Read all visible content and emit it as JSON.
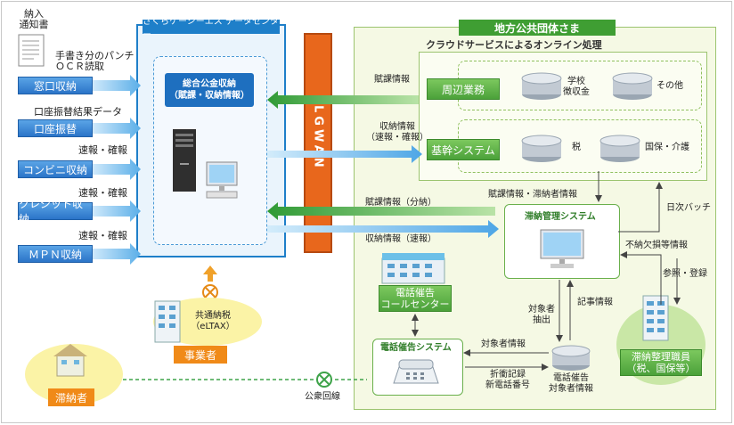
{
  "left": {
    "notice_doc": "納入\n通知書",
    "ocr_note": "手書き分のパンチ\nＯＣＲ読取",
    "account_note": "口座振替結果データ",
    "buttons": [
      "窓口収納",
      "口座振替",
      "コンビニ収納",
      "クレジット収納",
      "ＭＰＮ収納"
    ],
    "speed_labels": [
      "速報・確報",
      "速報・確報",
      "速報・確報"
    ]
  },
  "datacenter": {
    "title": "さくらケーシーエス データセンター",
    "system_box": "総合公金収納\n（賦課・収納情報）"
  },
  "lgwan": "LGWAN",
  "gov": {
    "title": "地方公共団体さま",
    "cloud_title": "クラウドサービスによるオンライン処理",
    "peripheral": "周辺業務",
    "school": "学校\n徴収金",
    "other": "その他",
    "core": "基幹システム",
    "tax": "税",
    "insurance": "国保・介護",
    "delinquency_sys": "滞納管理システム",
    "call_center": "電話催告\nコールセンター",
    "phone_sys": "電話催告システム",
    "target_db": "電話催告\n対象者情報",
    "staff": "滞納整理職員\n（税、国保等）"
  },
  "flows": {
    "levy_info": "賦課情報",
    "payment_info": "収納情報\n（速報・確報）",
    "levy_installment": "賦課情報（分納）",
    "payment_speed": "収納情報（速報）",
    "levy_delinquent": "賦課情報・滞納者情報",
    "daily_batch": "日次バッチ",
    "deficit_info": "不納欠損等情報",
    "refer_register": "参照・登録",
    "record_info": "記事情報",
    "target_extract": "対象者\n抽出",
    "target_info": "対象者情報",
    "negotiation": "折衝記録\n新電話番号",
    "public_line": "公衆回線"
  },
  "business": {
    "etax": "共通納税\n（eLTAX）",
    "label": "事業者"
  },
  "taxpayer": "滞納者"
}
